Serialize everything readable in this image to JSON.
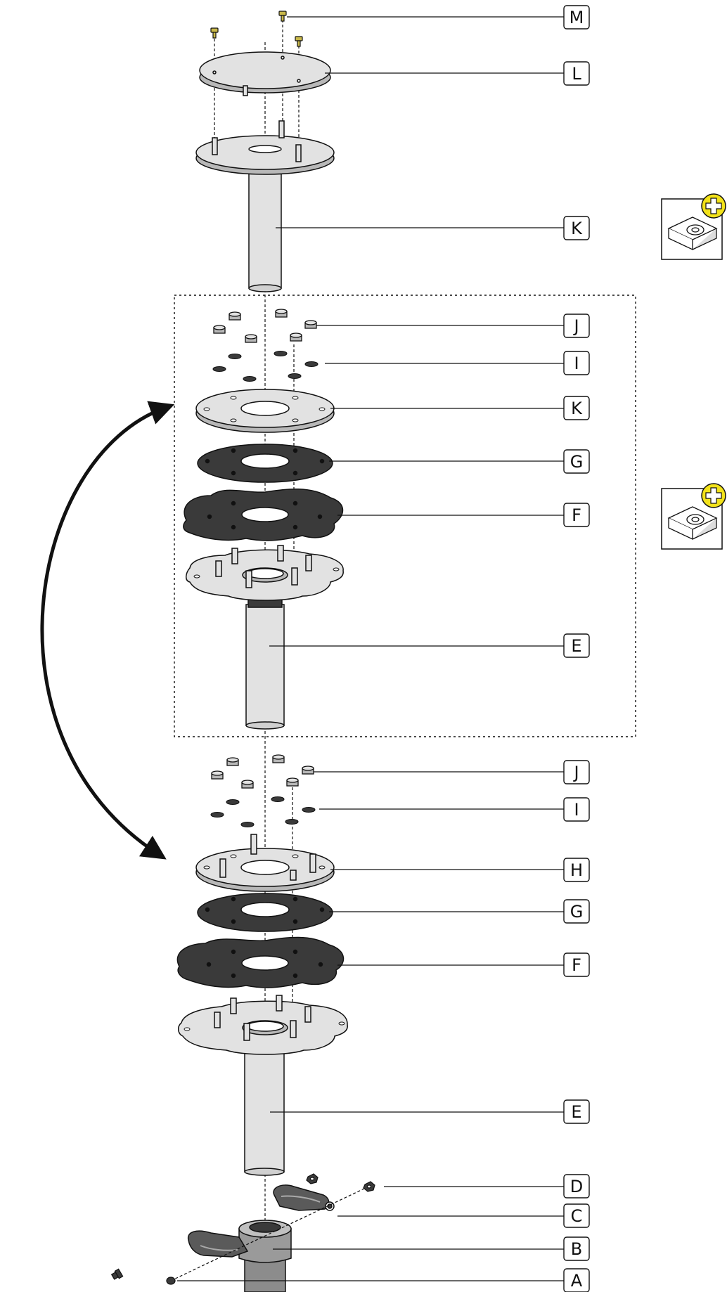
{
  "diagram": {
    "labels": {
      "M": "M",
      "L": "L",
      "K_top": "K",
      "J_upper": "J",
      "I_upper": "I",
      "K_mid": "K",
      "G_upper": "G",
      "F_upper": "F",
      "E_upper": "E",
      "J_lower": "J",
      "I_lower": "I",
      "H": "H",
      "G_lower": "G",
      "F_lower": "F",
      "E_lower": "E",
      "D": "D",
      "C": "C",
      "B": "B",
      "A": "A"
    },
    "icons": [
      "accessory-plus-icon",
      "accessory-plus-icon"
    ],
    "colors": {
      "line": "#111111",
      "metal": "#e2e2e2",
      "metal_dark": "#b8b8b8",
      "rubber": "#3a3a3a",
      "screw": "#c9b84a",
      "badge": "#f2e21a"
    }
  }
}
